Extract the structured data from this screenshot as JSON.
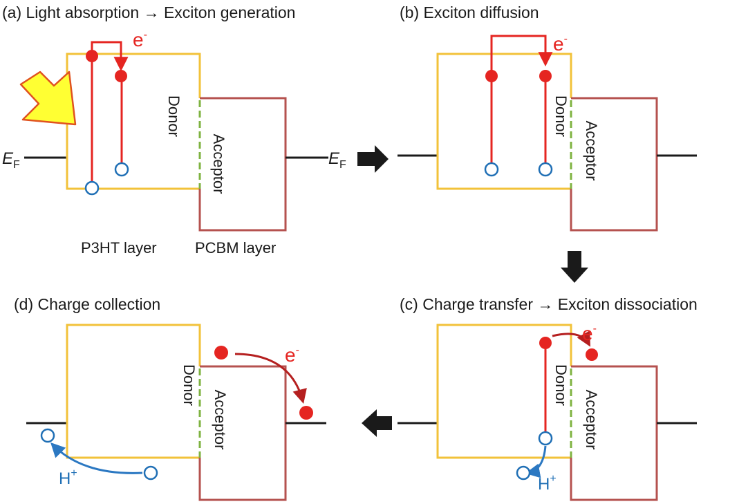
{
  "panels": {
    "a": {
      "title": "(a) Light absorption → Exciton generation"
    },
    "b": {
      "title": "(b) Exciton diffusion"
    },
    "c": {
      "title": "(c) Charge transfer → Exciton dissociation"
    },
    "d": {
      "title": "(d) Charge collection"
    }
  },
  "labels": {
    "donor": "Donor",
    "acceptor": "Acceptor",
    "p3ht": "P3HT layer",
    "pcbm": "PCBM layer",
    "fermi_main": "E",
    "fermi_sub": "F",
    "electron_main": "e",
    "electron_sup": "-",
    "hole_main": "H",
    "hole_sup": "+"
  },
  "colors": {
    "donor": "#f2c23a",
    "acceptor": "#b5524f",
    "interface": "#7fb341",
    "electron": "#e52521",
    "hole": "#1f6fb5",
    "hole_arrow": "#2b78c2",
    "transfer_arrow": "#b51f1f",
    "light_arrow": "#ffff33",
    "light_arrow_border": "#e0521f",
    "line": "#1a1a1a"
  }
}
